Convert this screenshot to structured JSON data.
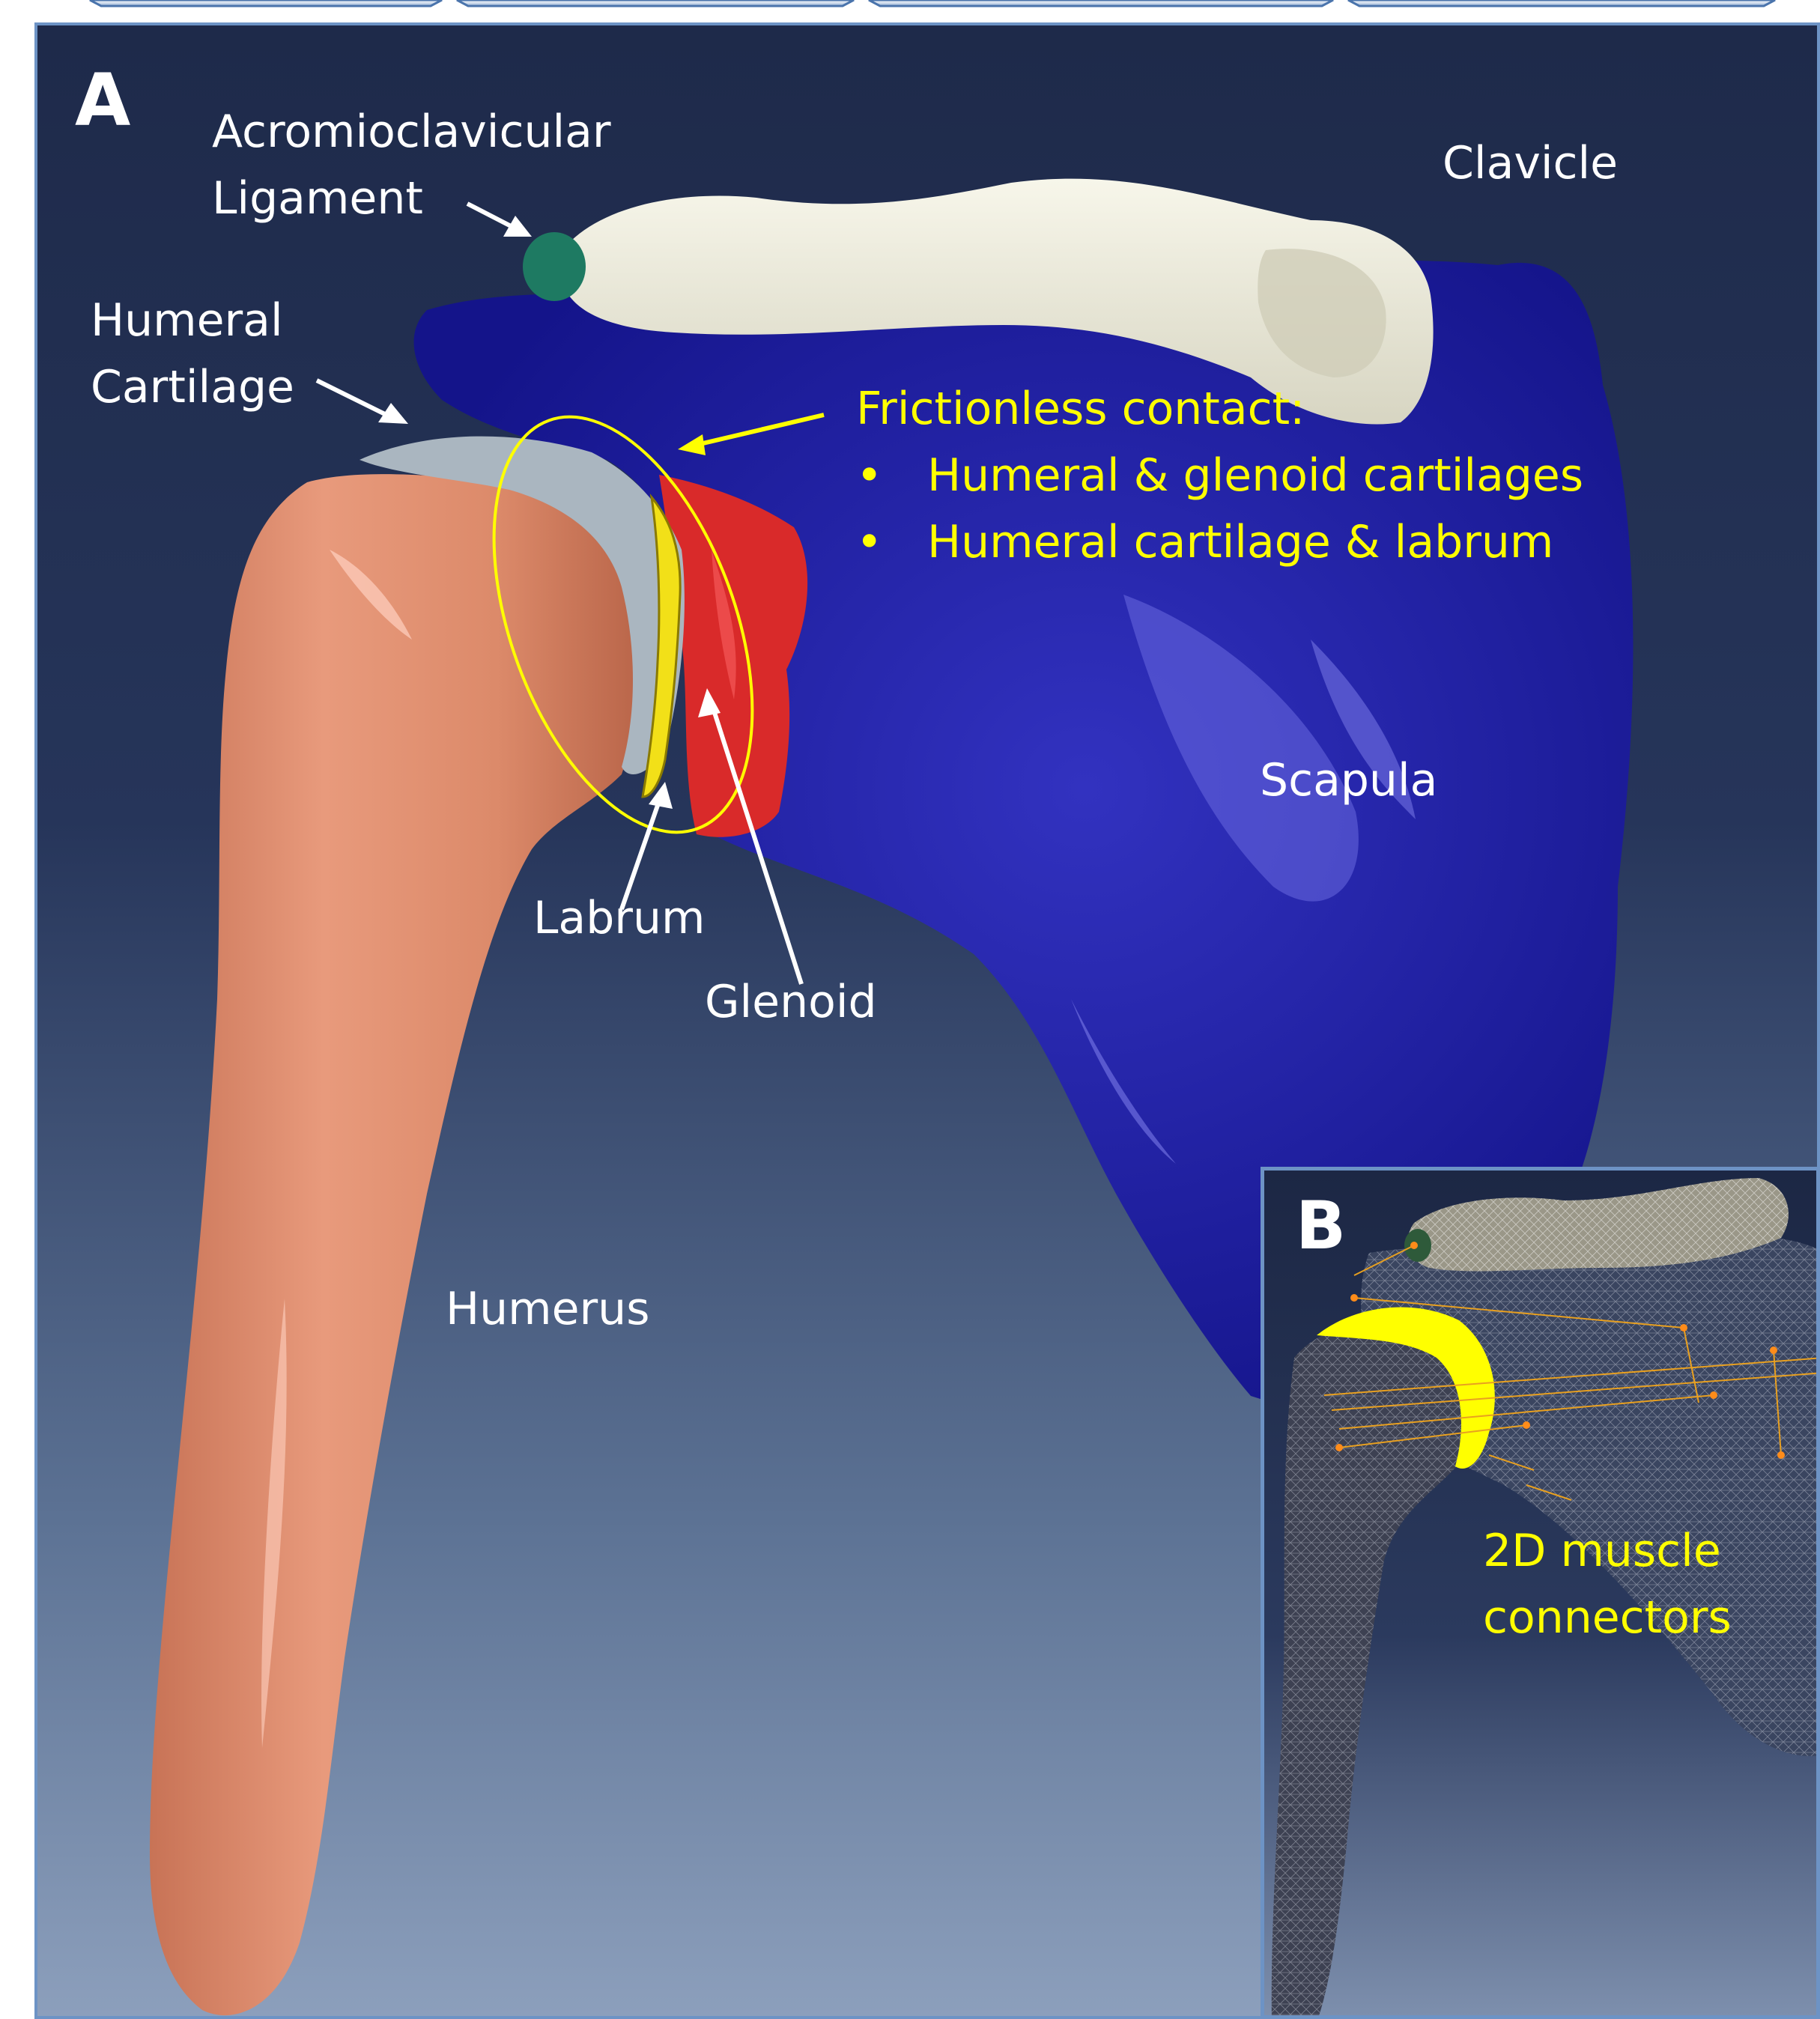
{
  "panel_a": {
    "letter": "A",
    "labels": {
      "acromioclavicular_line1": "Acromioclavicular",
      "acromioclavicular_line2": "Ligament",
      "clavicle": "Clavicle",
      "humeral_cartilage_line1": "Humeral",
      "humeral_cartilage_line2": "Cartilage",
      "scapula": "Scapula",
      "labrum": "Labrum",
      "glenoid": "Glenoid",
      "humerus": "Humerus"
    },
    "contact": {
      "title": "Frictionless contact:",
      "bullets": [
        "Humeral & glenoid cartilages",
        "Humeral cartilage & labrum"
      ]
    }
  },
  "panel_b": {
    "letter": "B",
    "caption_line1": "2D muscle",
    "caption_line2": "connectors"
  },
  "colors": {
    "background_top": "#1e2a4a",
    "background_bottom": "#8c9fbc",
    "clavicle": "#ecead8",
    "scapula": "#1f1f9c",
    "humerus": "#e08e6e",
    "humeral_cartilage": "#aab6c0",
    "glenoid": "#d92a2a",
    "labrum": "#f2e018",
    "ligament": "#1e7a62",
    "annotation": "#ffff00",
    "panel_border": "#6d93c5"
  }
}
